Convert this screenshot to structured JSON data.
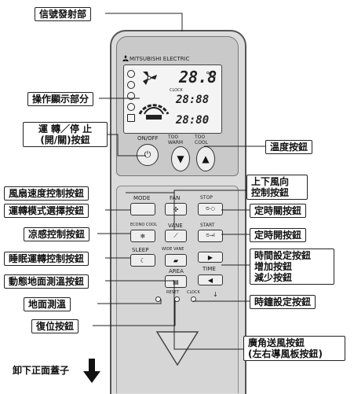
{
  "callouts": {
    "signal": "信號發射部",
    "display": "操作顯示部分",
    "onoff_line1": "運 轉／停 止",
    "onoff_line2": "(開/關)按鈕",
    "temp": "溫度按鈕",
    "fan_speed": "風扇速度控制按鈕",
    "mode_select": "運轉模式選擇按鈕",
    "cool_sense": "凉感控制按鈕",
    "sleep": "睡眠運轉控制按鈕",
    "floor_temp_ctrl": "動態地面測溫按鈕",
    "floor_temp": "地面測溫",
    "reset": "復位按鈕",
    "vane_line1": "上下風向",
    "vane_line2": "控制按鈕",
    "timer_stop": "定時關按鈕",
    "timer_start": "定時開按鈕",
    "time_line1": "時間設定按鈕",
    "time_line2": "增加按鈕",
    "time_line3": "減少按鈕",
    "clock_set": "時鐘設定按鈕",
    "wide_vane_line1": "廣角送風按鈕",
    "wide_vane_line2": "(左右導風板按鈕)",
    "cover": "卸下正面蓋子"
  },
  "remote": {
    "brand": "MITSUBISHI ELECTRIC",
    "lcd_temp": "28.8",
    "lcd_unit": "°C",
    "lcd_clock": "CLOCK",
    "lcd_timer1": "28:88",
    "lcd_timer2": "28:80",
    "on_off": "ON/OFF",
    "too_warm": "TOO WARM",
    "too_cool": "TOO COOL",
    "fan": "FAN",
    "mode": "MODE",
    "econo_cool": "ECONO COOL",
    "vane": "VANE",
    "sleep": "SLEEP",
    "wide_vane": "WIDE VANE",
    "area": "AREA",
    "stop": "STOP",
    "start": "START",
    "time": "TIME",
    "reset": "RESET",
    "clock": "CLOCK"
  }
}
